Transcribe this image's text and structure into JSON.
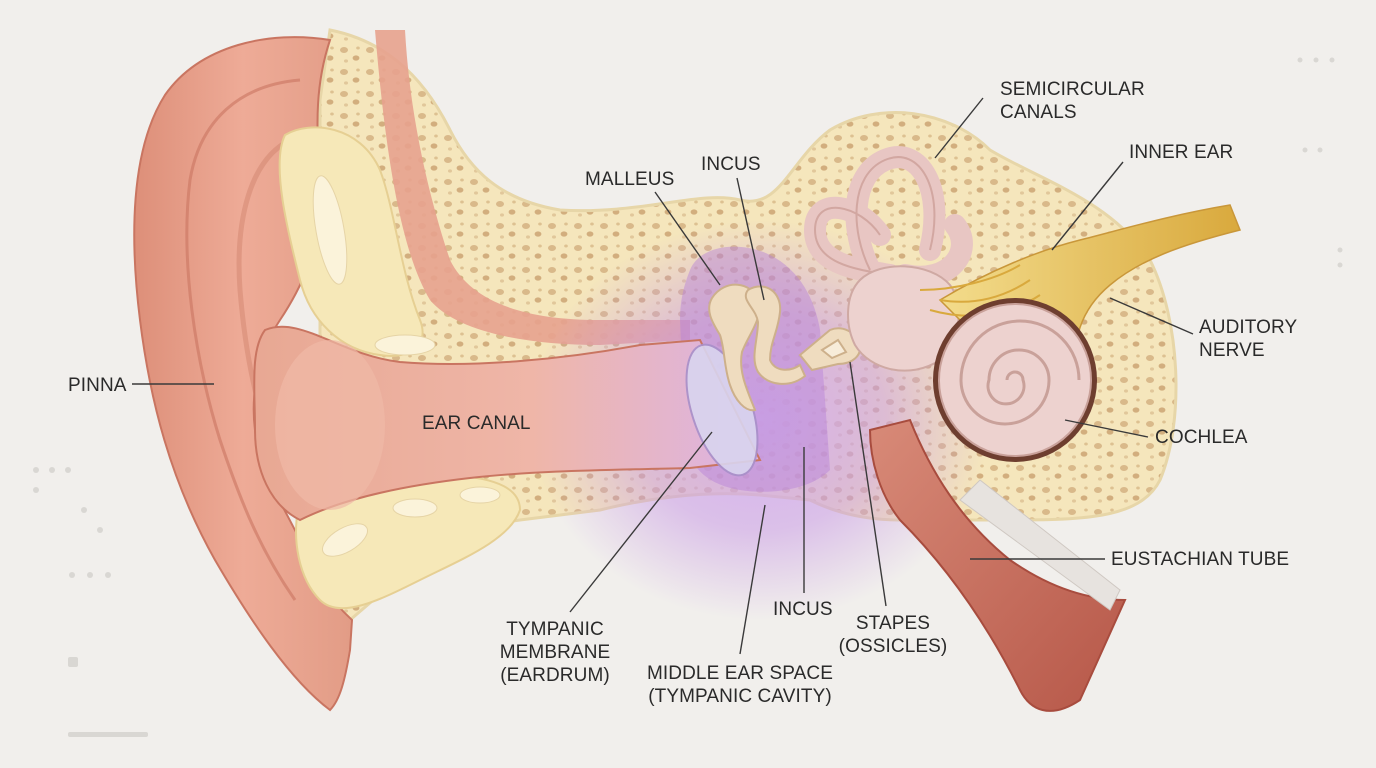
{
  "labels": {
    "pinna": "PINNA",
    "ear_canal": "EAR CANAL",
    "malleus": "MALLEUS",
    "incus_top": "INCUS",
    "semicircular_1": "SEMICIRCULAR",
    "semicircular_2": "CANALS",
    "inner_ear": "INNER EAR",
    "auditory_1": "AUDITORY",
    "auditory_2": "NERVE",
    "cochlea": "COCHLEA",
    "eustachian": "EUSTACHIAN TUBE",
    "tympanic_1": "TYMPANIC",
    "tympanic_2": "MEMBRANE",
    "tympanic_3": "(EARDRUM)",
    "middle_1": "MIDDLE EAR SPACE",
    "middle_2": "(TYMPANIC CAVITY)",
    "incus_bottom": "INCUS",
    "stapes_1": "STAPES",
    "stapes_2": "(OSSICLES)"
  },
  "colors": {
    "background": "#f1efec",
    "skin": "#e9a994",
    "skin_dark": "#c97561",
    "bone": "#f6e9bf",
    "bone_spot": "#d8b98a",
    "middle_ear_glow": "#c59ae8",
    "ossicles": "#eedcc0",
    "inner_ear": "#edd2cf",
    "nerve": "#e6c35c",
    "tube": "#c66b5a",
    "text": "#2a2a2a"
  }
}
